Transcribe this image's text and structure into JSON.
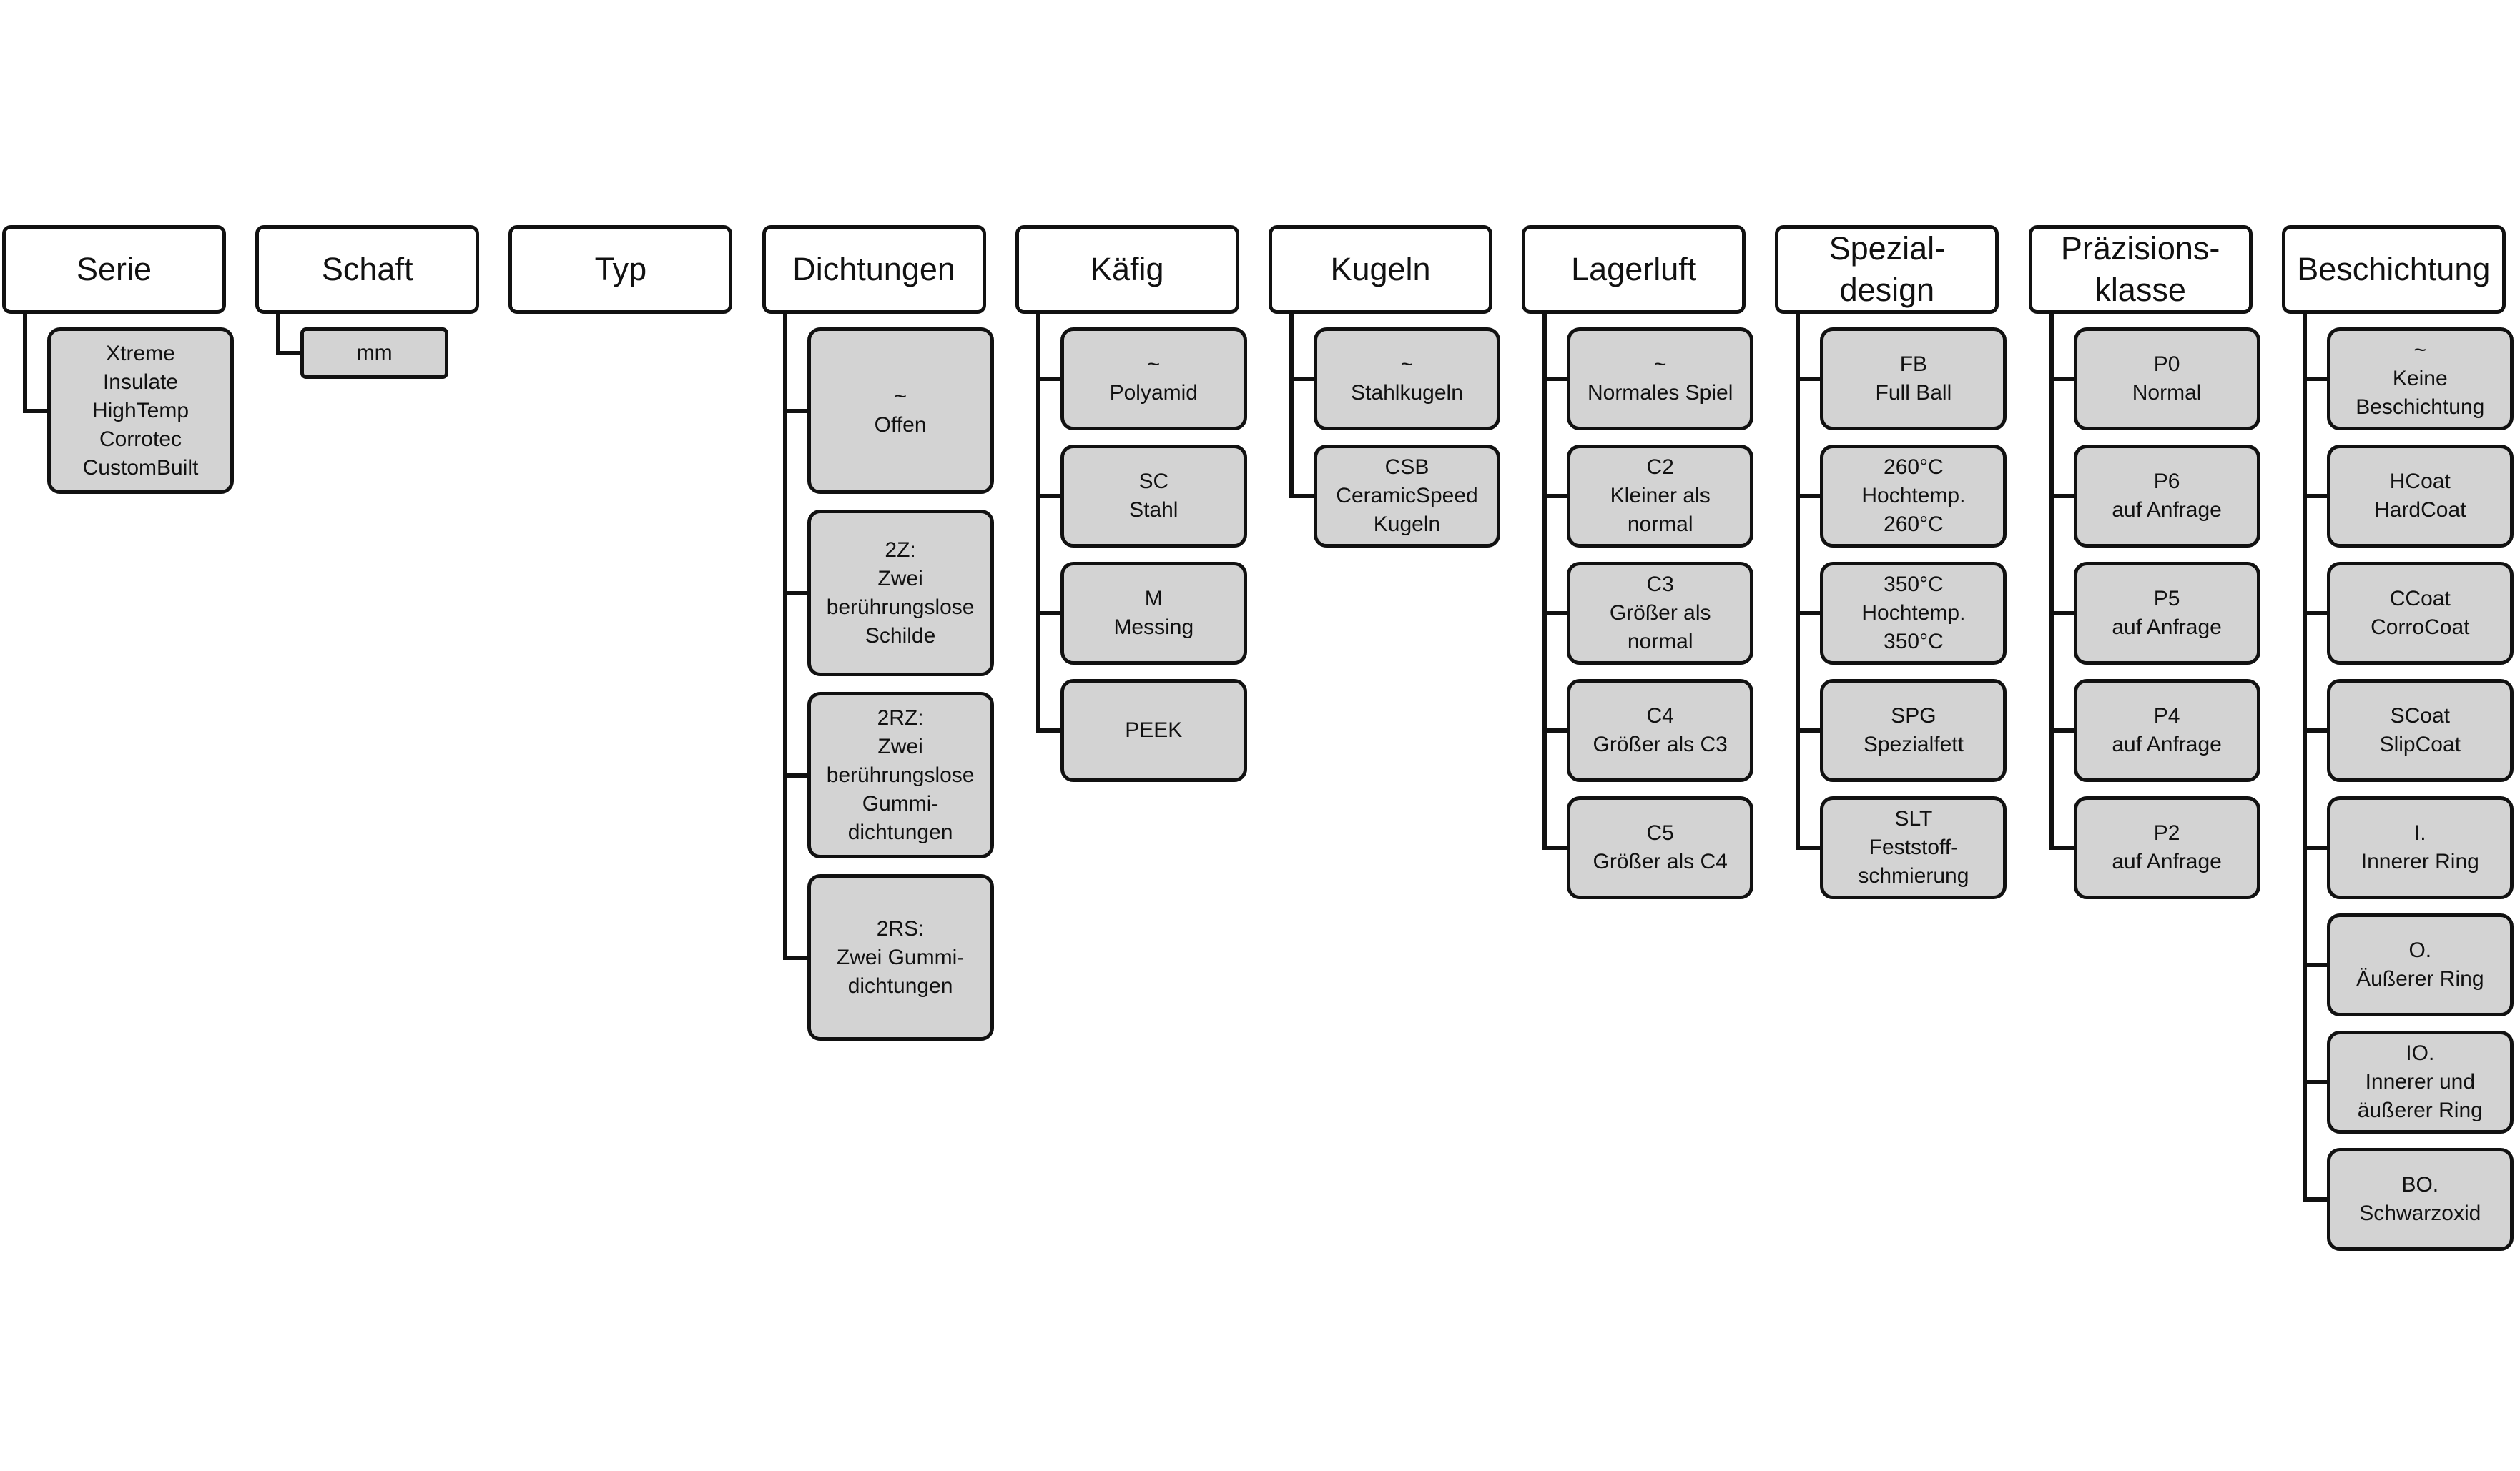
{
  "columns": [
    {
      "title": "Serie",
      "options": [
        "Xtreme\nInsulate\nHighTemp\nCorrotec\nCustomBuilt"
      ]
    },
    {
      "title": "Schaft",
      "options": [
        "mm"
      ]
    },
    {
      "title": "Typ",
      "options": []
    },
    {
      "title": "Dichtungen",
      "options": [
        "~\nOffen",
        "2Z:\nZwei\nberührungslose\nSchilde",
        "2RZ:\nZwei\nberührungslose\nGummi-\ndichtungen",
        "2RS:\nZwei Gummi-\ndichtungen"
      ]
    },
    {
      "title": "Käfig",
      "options": [
        "~\nPolyamid",
        "SC\nStahl",
        "M\nMessing",
        "PEEK"
      ]
    },
    {
      "title": "Kugeln",
      "options": [
        "~\nStahlkugeln",
        "CSB\nCeramicSpeed\nKugeln"
      ]
    },
    {
      "title": "Lagerluft",
      "options": [
        "~\nNormales Spiel",
        "C2\nKleiner als\nnormal",
        "C3\nGrößer als\nnormal",
        "C4\nGrößer als C3",
        "C5\nGrößer als C4"
      ]
    },
    {
      "title": "Spezial-\ndesign",
      "options": [
        "FB\nFull Ball",
        "260°C\nHochtemp.\n260°C",
        "350°C\nHochtemp.\n350°C",
        "SPG\nSpezialfett",
        "SLT\nFeststoff-\nschmierung"
      ]
    },
    {
      "title": "Präzisions-\nklasse",
      "options": [
        "P0\nNormal",
        "P6\nauf Anfrage",
        "P5\nauf Anfrage",
        "P4\nauf Anfrage",
        "P2\nauf Anfrage"
      ]
    },
    {
      "title": "Beschichtung",
      "options": [
        "~\nKeine\nBeschichtung",
        "HCoat\nHardCoat",
        "CCoat\nCorroCoat",
        "SCoat\nSlipCoat",
        "I.\nInnerer Ring",
        "O.\nÄußerer Ring",
        "IO.\nInnerer und\näußerer Ring",
        "BO.\nSchwarzoxid"
      ]
    }
  ],
  "colors": {
    "option_fill": "#d3d3d3",
    "header_fill": "#ffffff",
    "stroke": "#111111"
  }
}
